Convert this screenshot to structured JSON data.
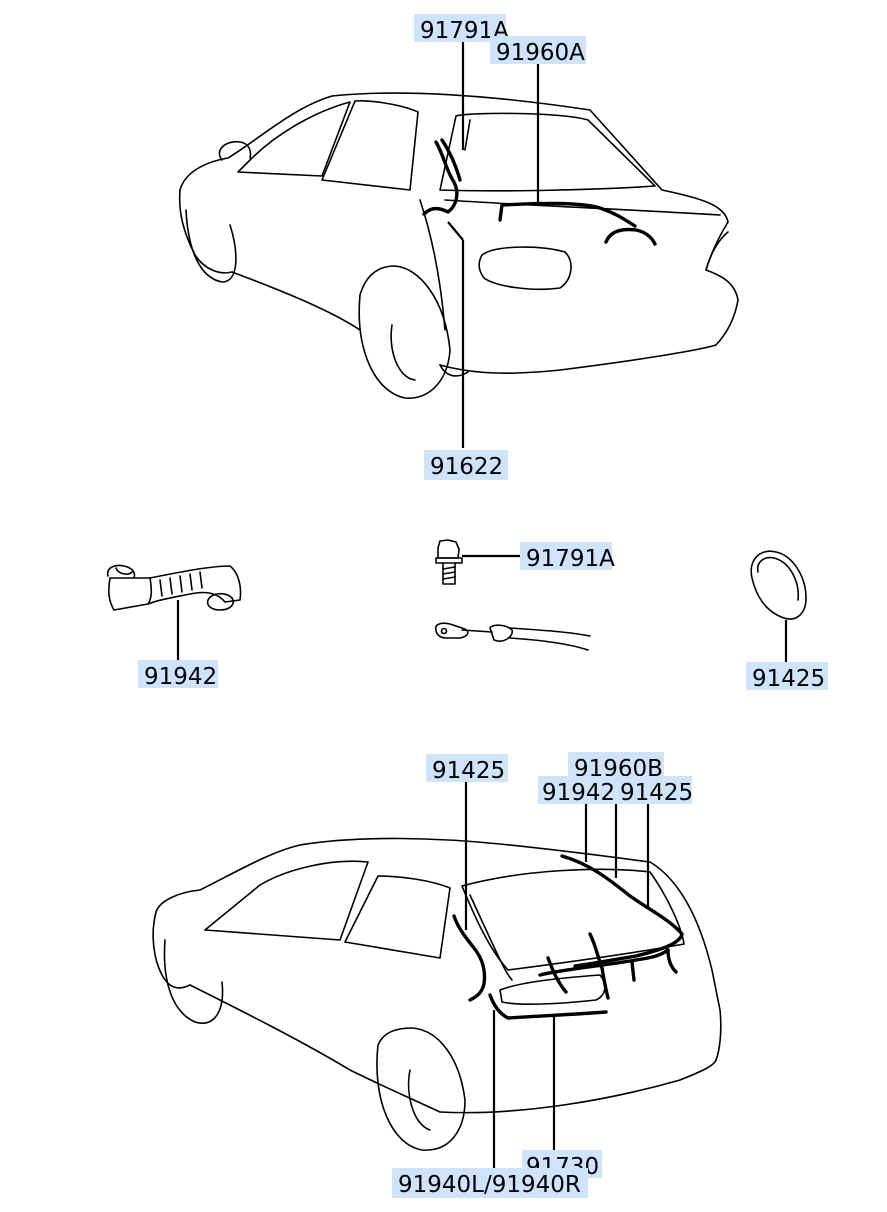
{
  "labels": {
    "top_91791A": "91791A",
    "top_91960A": "91960A",
    "top_91622": "91622",
    "mid_91791A": "91791A",
    "mid_91942": "91942",
    "mid_91425": "91425",
    "bot_91425_left": "91425",
    "bot_91960B": "91960B",
    "bot_91942": "91942",
    "bot_91425_right": "91425",
    "bot_91730": "91730",
    "bot_91940": "91940L/91940R"
  },
  "colors": {
    "label_highlight": "#cfe3fb",
    "line": "#000000",
    "background": "#ffffff"
  }
}
